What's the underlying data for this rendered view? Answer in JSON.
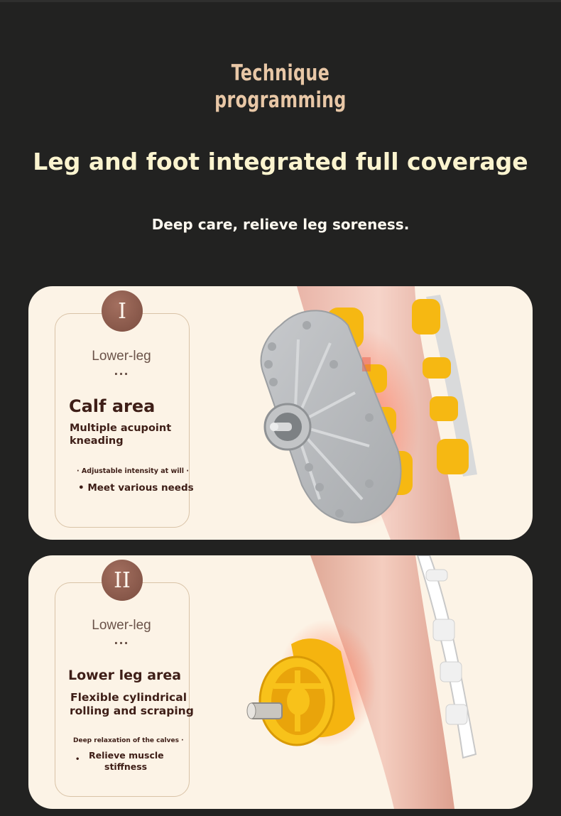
{
  "header": {
    "title_line1": "Technique",
    "title_line2": "programming",
    "headline": "Leg and foot integrated full coverage",
    "subline": "Deep care, relieve leg soreness."
  },
  "cards": [
    {
      "numeral": "I",
      "section": "Lower-leg",
      "ellipsis": "...",
      "area": "Calf area",
      "desc_line1": "Multiple acupoint",
      "desc_line2": "kneading",
      "small_note": "· Adjustable intensity at will ·",
      "bullet": "• Meet various needs"
    },
    {
      "numeral": "II",
      "section": "Lower-leg",
      "ellipsis": "...",
      "area": "Lower leg area",
      "desc_line1": "Flexible cylindrical",
      "desc_line2": "rolling and scraping",
      "small_note": "Deep relaxation of the calves ·",
      "bullet_dot": "•",
      "bullet_line1": "Relieve muscle",
      "bullet_line2": "stiffness"
    }
  ],
  "colors": {
    "background": "#222221",
    "title": "#e8c7a6",
    "headline": "#fbf4cf",
    "card": "#fcf3e6",
    "badge": "#8a5a4b",
    "text_dark": "#3e1e17",
    "massager_yellow": "#f5b40f",
    "massager_gray": "#b9bcbf"
  }
}
